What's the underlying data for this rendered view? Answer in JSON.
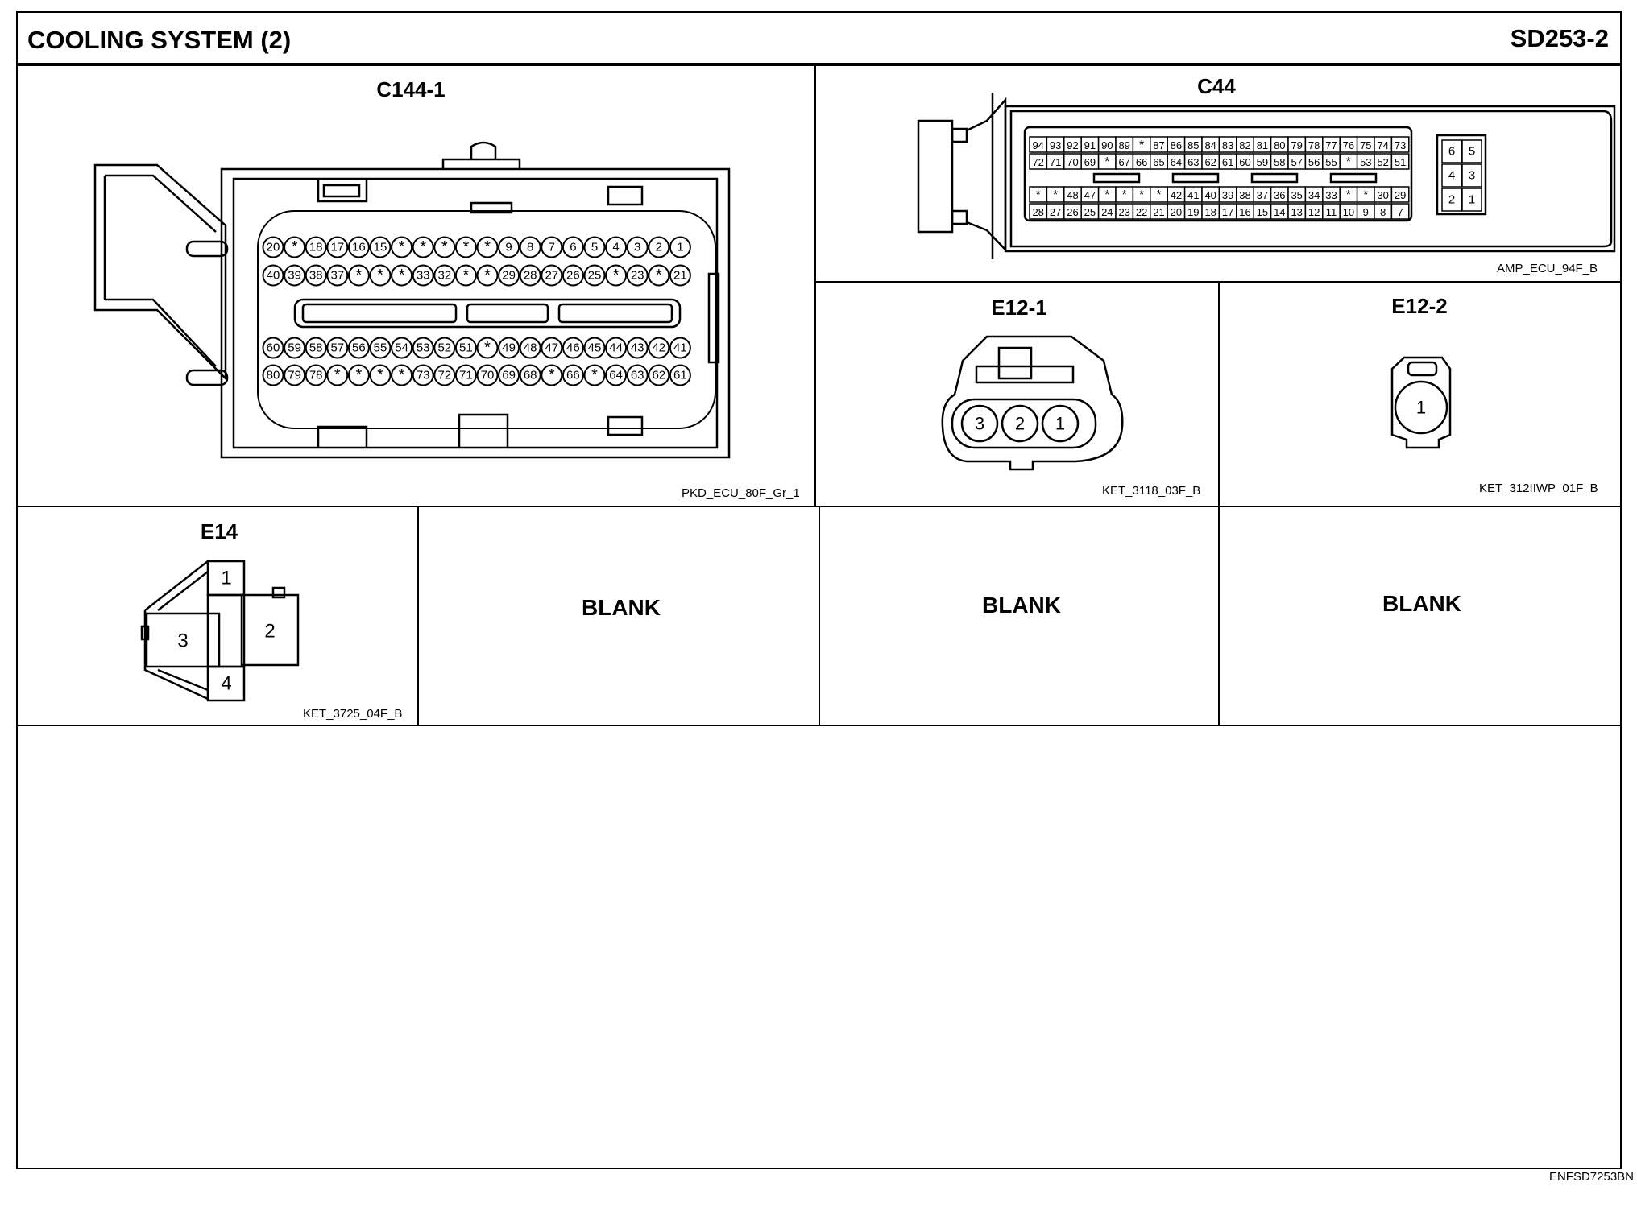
{
  "header": {
    "title": "COOLING SYSTEM (2)",
    "code": "SD253-2"
  },
  "footer": {
    "doc_id": "ENFSD7253BN"
  },
  "connectors": {
    "c144": {
      "label": "C144-1",
      "part": "PKD_ECU_80F_Gr_1",
      "rows": [
        [
          "20",
          "*",
          "18",
          "17",
          "16",
          "15",
          "*",
          "*",
          "*",
          "*",
          "*",
          "9",
          "8",
          "7",
          "6",
          "5",
          "4",
          "3",
          "2",
          "1"
        ],
        [
          "40",
          "39",
          "38",
          "37",
          "*",
          "*",
          "*",
          "33",
          "32",
          "*",
          "*",
          "29",
          "28",
          "27",
          "26",
          "25",
          "*",
          "23",
          "*",
          "21"
        ],
        [
          "60",
          "59",
          "58",
          "57",
          "56",
          "55",
          "54",
          "53",
          "52",
          "51",
          "*",
          "49",
          "48",
          "47",
          "46",
          "45",
          "44",
          "43",
          "42",
          "41"
        ],
        [
          "80",
          "79",
          "78",
          "*",
          "*",
          "*",
          "*",
          "73",
          "72",
          "71",
          "70",
          "69",
          "68",
          "*",
          "66",
          "*",
          "64",
          "63",
          "62",
          "61"
        ]
      ]
    },
    "c44": {
      "label": "C44",
      "part": "AMP_ECU_94F_B",
      "rows": [
        [
          "94",
          "93",
          "92",
          "91",
          "90",
          "89",
          "*",
          "87",
          "86",
          "85",
          "84",
          "83",
          "82",
          "81",
          "80",
          "79",
          "78",
          "77",
          "76",
          "75",
          "74",
          "73"
        ],
        [
          "72",
          "71",
          "70",
          "69",
          "*",
          "67",
          "66",
          "65",
          "64",
          "63",
          "62",
          "61",
          "60",
          "59",
          "58",
          "57",
          "56",
          "55",
          "*",
          "53",
          "52",
          "51"
        ],
        [
          "*",
          "*",
          "48",
          "47",
          "*",
          "*",
          "*",
          "*",
          "42",
          "41",
          "40",
          "39",
          "38",
          "37",
          "36",
          "35",
          "34",
          "33",
          "*",
          "*",
          "30",
          "29"
        ],
        [
          "28",
          "27",
          "26",
          "25",
          "24",
          "23",
          "22",
          "21",
          "20",
          "19",
          "18",
          "17",
          "16",
          "15",
          "14",
          "13",
          "12",
          "11",
          "10",
          "9",
          "8",
          "7"
        ]
      ],
      "aux": [
        [
          "6",
          "5"
        ],
        [
          "4",
          "3"
        ],
        [
          "2",
          "1"
        ]
      ]
    },
    "e12_1": {
      "label": "E12-1",
      "part": "KET_3118_03F_B",
      "pins": [
        "3",
        "2",
        "1"
      ]
    },
    "e12_2": {
      "label": "E12-2",
      "part": "KET_312IIWP_01F_B",
      "pins": [
        "1"
      ]
    },
    "e14": {
      "label": "E14",
      "part": "KET_3725_04F_B",
      "pins": [
        "1",
        "2",
        "3",
        "4"
      ]
    }
  },
  "blanks": [
    "BLANK",
    "BLANK",
    "BLANK"
  ]
}
